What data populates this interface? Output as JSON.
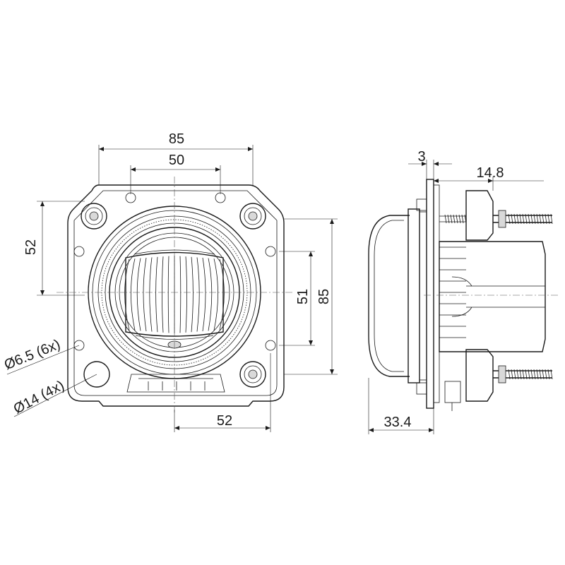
{
  "dimensions": {
    "front_width_outer": "85",
    "front_width_inner": "50",
    "front_height_left": "52",
    "front_height_right_inner": "51",
    "front_height_right_outer": "85",
    "front_bottom_width": "52",
    "hole_small": "Ø6.5 (6x)",
    "hole_large": "Ø14 (4x)",
    "side_flange": "3",
    "side_depth_rear": "14.8",
    "side_depth_front": "33.4"
  }
}
